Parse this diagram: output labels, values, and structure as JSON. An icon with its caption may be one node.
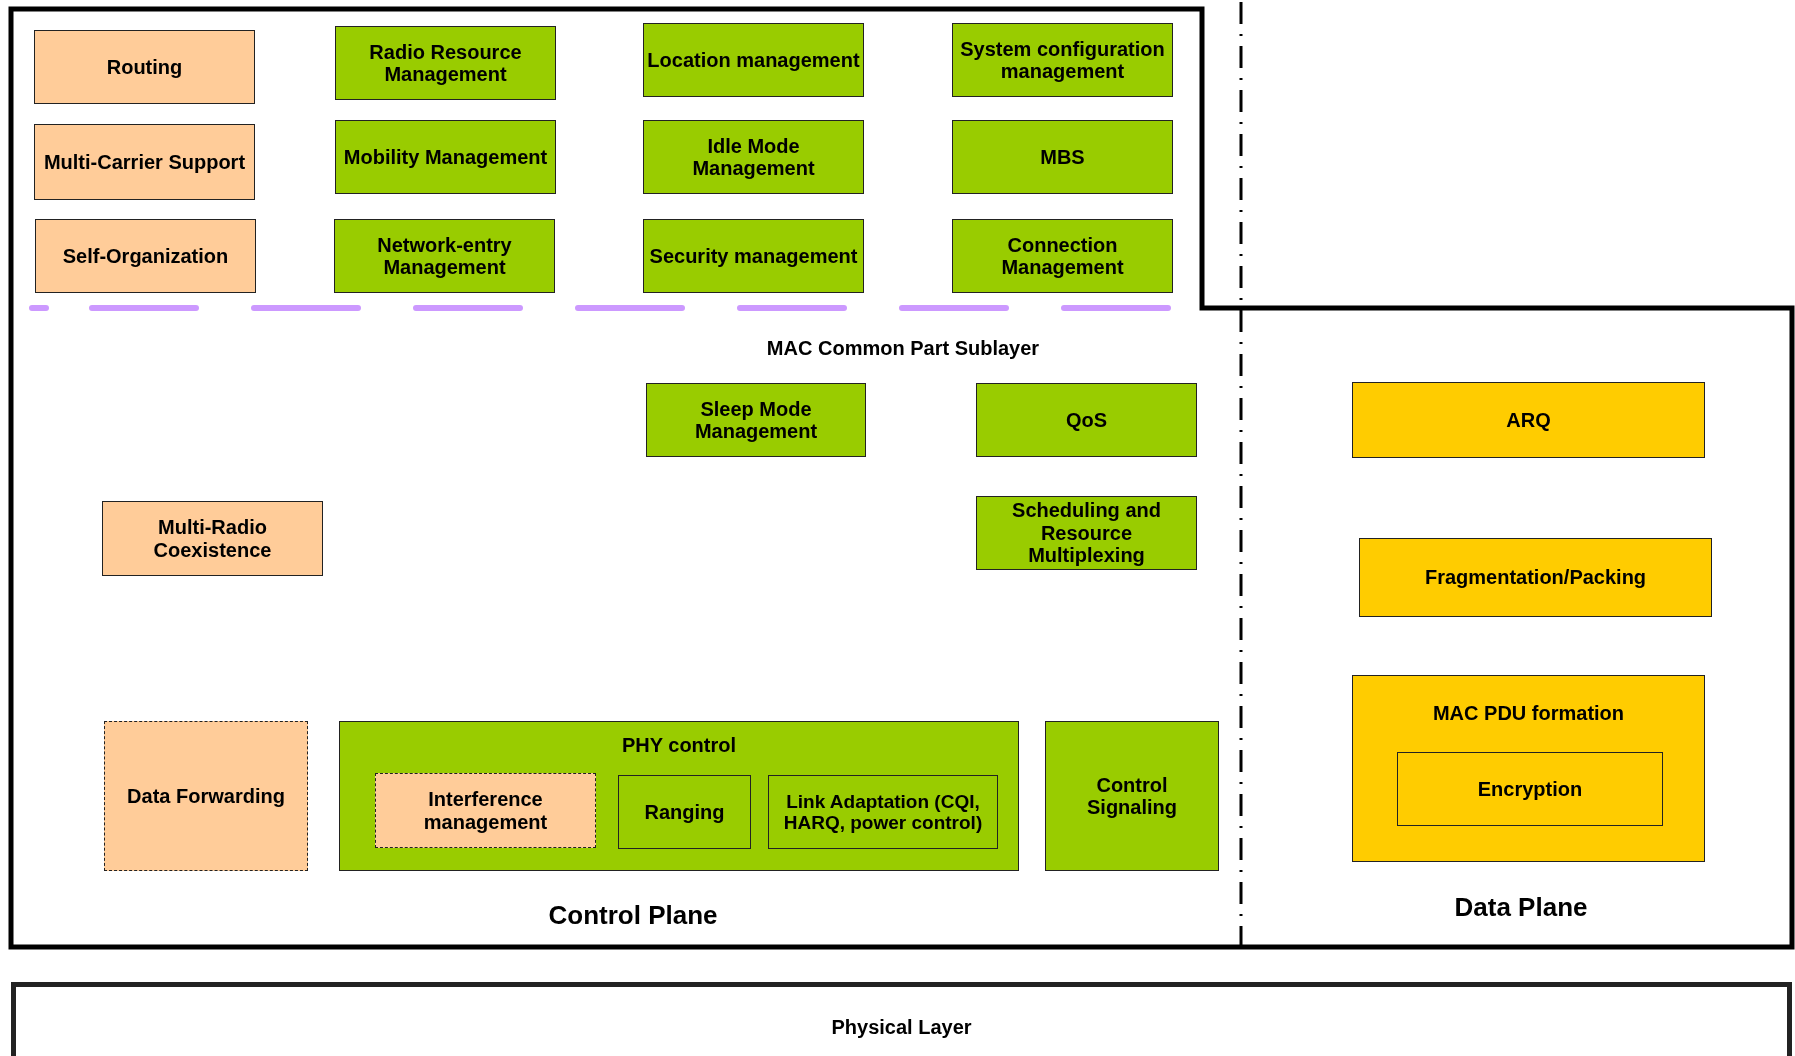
{
  "diagram": {
    "nodes": [
      {
        "text": [
          "Routing"
        ]
      },
      {
        "text": [
          "Radio Resource Management"
        ]
      },
      {
        "text": [
          "Location management"
        ]
      },
      {
        "text": [
          "System configuration management"
        ]
      },
      {
        "text": [
          "Multi-Carrier Support"
        ]
      },
      {
        "text": [
          "Mobility Management"
        ]
      },
      {
        "text": [
          "Idle Mode Management"
        ]
      },
      {
        "text": [
          "MBS"
        ]
      },
      {
        "text": [
          "Self-Organization"
        ]
      },
      {
        "text": [
          "Network-entry Management"
        ]
      },
      {
        "text": [
          "Security management"
        ]
      },
      {
        "text": [
          "Connection Management"
        ]
      },
      {
        "text": [
          "Sleep Mode Management"
        ]
      },
      {
        "text": [
          "QoS"
        ]
      },
      {
        "text": [
          "ARQ"
        ]
      },
      {
        "text": [
          "Multi-Radio Coexistence"
        ]
      },
      {
        "text": [
          "Scheduling and Resource Multiplexing"
        ]
      },
      {
        "text": [
          "Fragmentation/Packing"
        ]
      },
      {
        "text": [
          "MAC PDU formation"
        ]
      },
      {
        "text": [
          "Encryption"
        ],
        "in": 18
      },
      {
        "text": [
          "Data Forwarding"
        ]
      },
      {
        "text": [
          "PHY control"
        ]
      },
      {
        "text": [
          "Interference management"
        ],
        "in": 21
      },
      {
        "text": [
          "Ranging"
        ],
        "in": 21
      },
      {
        "text": [
          "Link Adaptation (CQI, HARQ, power control)"
        ],
        "in": 21
      },
      {
        "text": [
          "Control Signaling"
        ]
      },
      {
        "text": [
          "Physical Layer"
        ]
      }
    ],
    "labels": [
      "MAC Common Part Sublayer",
      "Control Plane",
      "Data Plane"
    ]
  }
}
